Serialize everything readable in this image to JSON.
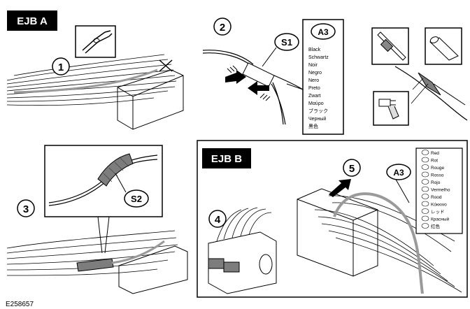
{
  "panels": {
    "ejb_a": {
      "title": "EJB A"
    },
    "ejb_b": {
      "title": "EJB B"
    }
  },
  "steps": [
    "1",
    "2",
    "3",
    "4",
    "5"
  ],
  "callouts": {
    "s1": "S1",
    "s2": "S2",
    "a3_legend": "A3",
    "a3_wire": "A3"
  },
  "color_legend_black": [
    "Black",
    "Schwartz",
    "Noir",
    "Negro",
    "Nero",
    "Preto",
    "Zwart",
    "Μαύρο",
    "ブラック",
    "Черный",
    "黑色"
  ],
  "color_legend_red": [
    "Red",
    "Rot",
    "Rouge",
    "Rosso",
    "Rojo",
    "Vermelho",
    "Rood",
    "Κόκκινο",
    "レッド",
    "Красный",
    "红色"
  ],
  "figure_id": "E258657",
  "colors": {
    "ink": "#000000",
    "wire_gray": "#9a9a9a",
    "tape_gray": "#7d7d7d",
    "panel_bg": "#ffffff"
  },
  "icons": [
    "wire-cutter-icon",
    "heat-shrink-tube-icon",
    "crimp-tool-icon",
    "heat-gun-icon",
    "tape-roll-icon",
    "direction-arrow-icon"
  ]
}
